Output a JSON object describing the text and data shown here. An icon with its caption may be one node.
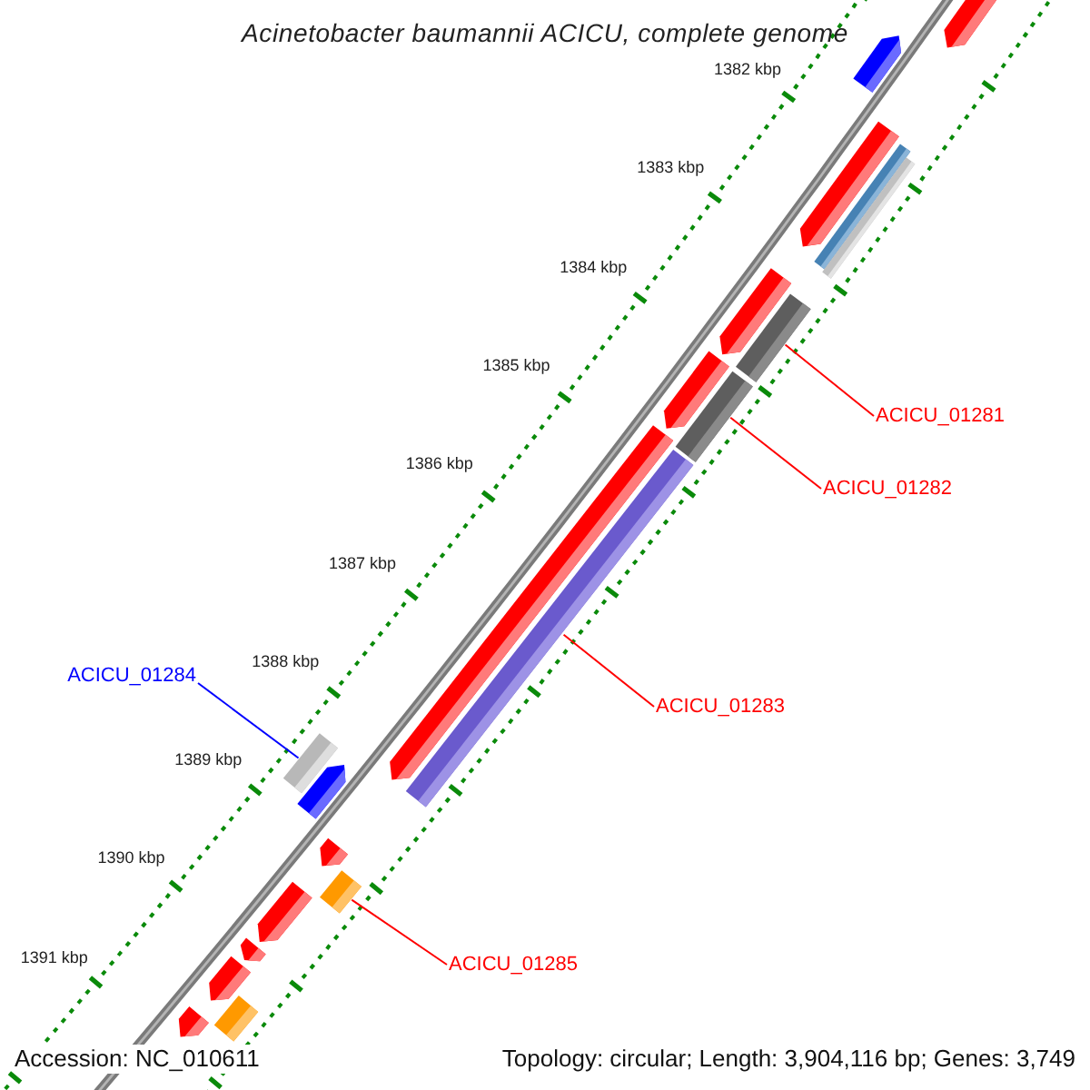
{
  "diagram": {
    "title": "Acinetobacter baumannii ACICU, complete genome",
    "nodes": [
      {
        "text": [
          "ACICU_01281"
        ]
      },
      {
        "text": [
          "ACICU_01282"
        ]
      },
      {
        "text": [
          "ACICU_01283"
        ]
      },
      {
        "text": [
          "ACICU_01284"
        ]
      },
      {
        "text": [
          "ACICU_01285"
        ]
      },
      {
        "text": [],
        "shape": "bar"
      },
      {
        "text": [],
        "shape": "bar"
      },
      {
        "text": [],
        "shape": "bar"
      },
      {
        "text": [],
        "shape": "bar"
      },
      {
        "text": [],
        "shape": "bar"
      },
      {
        "text": [],
        "shape": "bar"
      },
      {
        "text": [],
        "shape": "bar"
      },
      {
        "text": [],
        "shape": "bar"
      },
      {
        "text": [],
        "shape": "bar"
      },
      {
        "text": [],
        "shape": "bar"
      },
      {
        "text": [],
        "shape": "bar"
      },
      {
        "text": [],
        "shape": "bar"
      },
      {
        "text": [],
        "shape": "bar"
      },
      {
        "text": [],
        "shape": "bar"
      },
      {
        "text": [],
        "shape": "bar"
      },
      {
        "text": [],
        "shape": "bar"
      },
      {
        "text": [],
        "shape": "bar"
      },
      {
        "text": [],
        "shape": "bar"
      },
      {
        "text": [],
        "shape": "bar"
      },
      {
        "text": [],
        "shape": "bar"
      }
    ],
    "edges": [
      {
        "from": 0,
        "to": 11,
        "arrow": "none"
      },
      {
        "from": 1,
        "to": 13,
        "arrow": "none"
      },
      {
        "from": 2,
        "to": 15,
        "arrow": "none"
      },
      {
        "from": 3,
        "to": 16,
        "arrow": "none",
        "color": "#0000ff"
      },
      {
        "from": 4,
        "to": 19,
        "arrow": "none"
      }
    ],
    "labels": [
      "1382 kbp",
      "1383 kbp",
      "1384 kbp",
      "1385 kbp",
      "1386 kbp",
      "1387 kbp",
      "1388 kbp",
      "1389 kbp",
      "1390 kbp",
      "1391 kbp",
      "Accession: NC_010611",
      "Topology: circular; Length: 3,904,116 bp; Genes: 3,749"
    ]
  }
}
